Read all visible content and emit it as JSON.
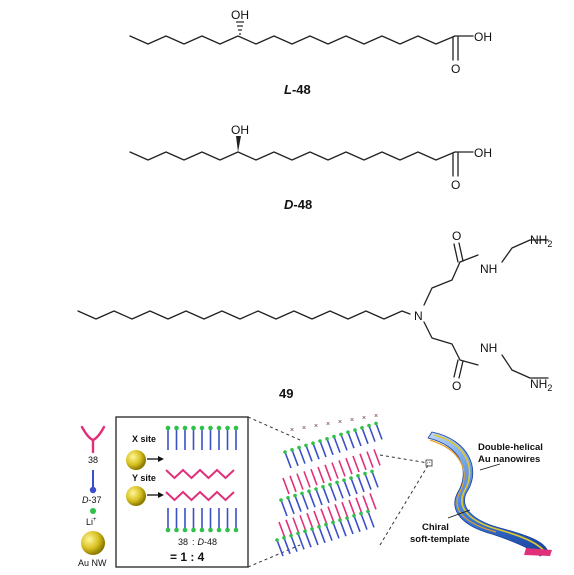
{
  "compounds": {
    "l48": {
      "label_prefix": "L",
      "label_suffix": "-48",
      "hydroxyl": "OH",
      "acid_oh": "OH",
      "carbonyl_o": "O"
    },
    "d48": {
      "label_prefix": "D",
      "label_suffix": "-48",
      "hydroxyl": "OH",
      "acid_oh": "OH",
      "carbonyl_o": "O"
    },
    "c49": {
      "label": "49",
      "nitrogen": "N",
      "nh_top": "NH",
      "nh_bottom": "NH",
      "nh2_top": "NH",
      "nh2_top_sub": "2",
      "nh2_bottom": "NH",
      "nh2_bottom_sub": "2",
      "o_top": "O",
      "o_bottom": "O"
    }
  },
  "schematic": {
    "legend": {
      "item_38": "38",
      "item_d37_prefix": "D",
      "item_d37_suffix": "-37",
      "item_li": "Li",
      "item_li_sup": "+",
      "item_au": "Au NW"
    },
    "box": {
      "x_site": "X site",
      "y_site": "Y site",
      "ratio_label_left": "38",
      "ratio_label_colon": ":",
      "ratio_label_right_prefix": "D",
      "ratio_label_right_suffix": "-48",
      "ratio_value": "= 1 : 4"
    },
    "annotations": {
      "double_helical_line1": "Double-helical",
      "double_helical_line2": "Au nanowires",
      "chiral_line1": "Chiral",
      "chiral_line2": "soft-template"
    }
  },
  "colors": {
    "pink": "#e0307a",
    "blue": "#3a4fc8",
    "green": "#2fc04a",
    "gold": "#d8c020",
    "ribbon": "#3a7ad8"
  }
}
